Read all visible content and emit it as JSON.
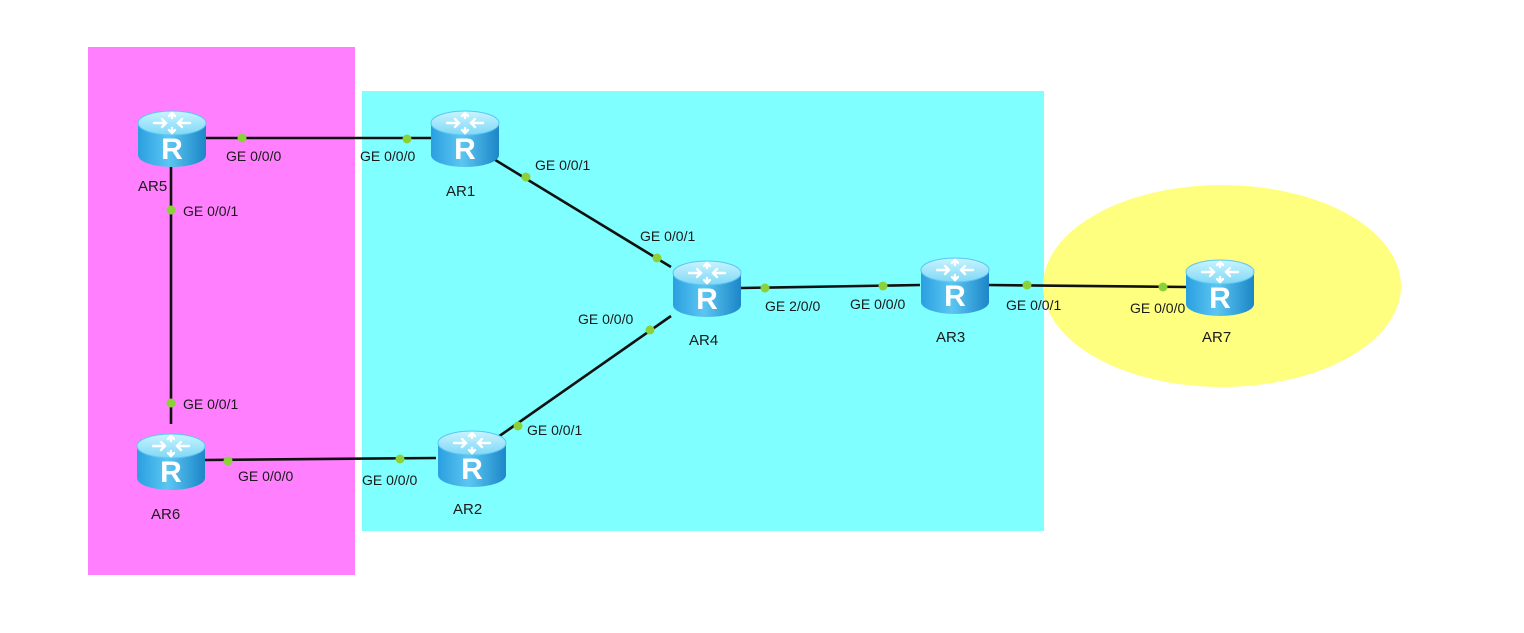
{
  "colors": {
    "area_left": "#ff7fff",
    "area_middle": "#7fffff",
    "area_right": "#ffff7f",
    "port_dot": "#8bd13a",
    "router_top": "#8ee4fb",
    "router_body": "#3bb3ea",
    "router_bottom": "#1f8fd0"
  },
  "routers": [
    {
      "id": "AR5",
      "label": "AR5",
      "icon": "router-icon"
    },
    {
      "id": "AR1",
      "label": "AR1",
      "icon": "router-icon"
    },
    {
      "id": "AR4",
      "label": "AR4",
      "icon": "router-icon"
    },
    {
      "id": "AR3",
      "label": "AR3",
      "icon": "router-icon"
    },
    {
      "id": "AR7",
      "label": "AR7",
      "icon": "router-icon"
    },
    {
      "id": "AR6",
      "label": "AR6",
      "icon": "router-icon"
    },
    {
      "id": "AR2",
      "label": "AR2",
      "icon": "router-icon"
    }
  ],
  "links": [
    {
      "from": "AR5",
      "from_port": "GE 0/0/0",
      "to": "AR1",
      "to_port": "GE 0/0/0"
    },
    {
      "from": "AR5",
      "from_port": "GE 0/0/1",
      "to": "AR6",
      "to_port": "GE 0/0/1"
    },
    {
      "from": "AR6",
      "from_port": "GE 0/0/0",
      "to": "AR2",
      "to_port": "GE 0/0/0"
    },
    {
      "from": "AR1",
      "from_port": "GE 0/0/1",
      "to": "AR4",
      "to_port": "GE 0/0/1"
    },
    {
      "from": "AR2",
      "from_port": "GE 0/0/1",
      "to": "AR4",
      "to_port": "GE 0/0/0"
    },
    {
      "from": "AR4",
      "from_port": "GE 2/0/0",
      "to": "AR3",
      "to_port": "GE 0/0/0"
    },
    {
      "from": "AR3",
      "from_port": "GE 0/0/1",
      "to": "AR7",
      "to_port": "GE 0/0/0"
    }
  ]
}
